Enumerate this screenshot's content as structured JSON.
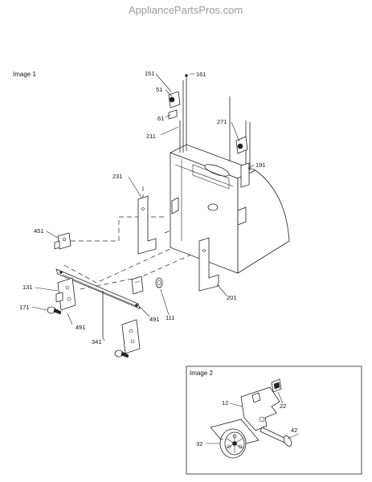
{
  "watermark": "AppliancePartsPros.com",
  "panels": {
    "main": {
      "label": "Image 1"
    },
    "inset": {
      "label": "Image 2"
    }
  },
  "callouts_main": [
    "151",
    "161",
    "51",
    "61",
    "211",
    "271",
    "191",
    "231",
    "451",
    "131",
    "171",
    "491",
    "341",
    "491",
    "111",
    "201"
  ],
  "callouts_inset": [
    "12",
    "22",
    "42",
    "32"
  ]
}
